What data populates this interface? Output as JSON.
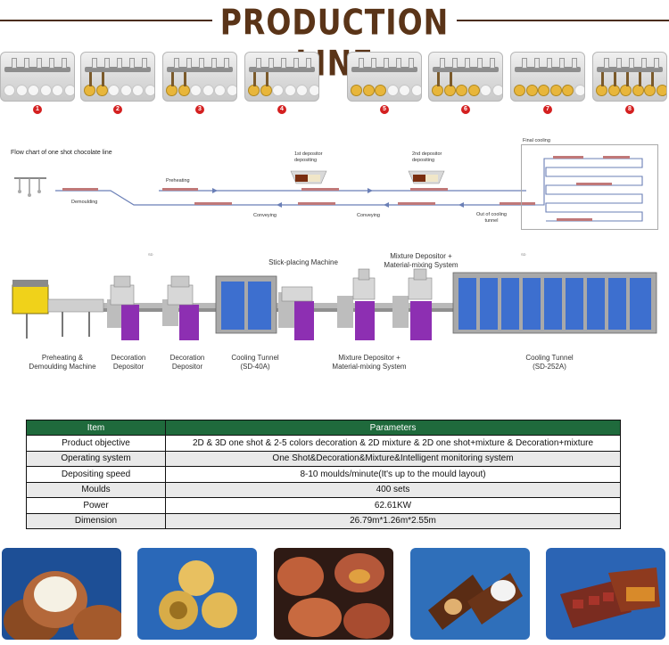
{
  "header": {
    "title": "PRODUCTION LINE"
  },
  "steps": [
    {
      "number": "1",
      "filled": 0,
      "sticks": 0
    },
    {
      "number": "2",
      "filled": 2,
      "sticks": 2
    },
    {
      "number": "3",
      "filled": 2,
      "sticks": 2
    },
    {
      "number": "4",
      "filled": 2,
      "sticks": 2
    },
    {
      "number": "5",
      "filled": 3,
      "sticks": 0
    },
    {
      "number": "6",
      "filled": 4,
      "sticks": 2
    },
    {
      "number": "7",
      "filled": 5,
      "sticks": 0
    },
    {
      "number": "8",
      "filled": 6,
      "sticks": 5
    }
  ],
  "flowchart": {
    "title": "Flow chart of one shot chocolate line",
    "labels": {
      "demoulding": "Demoulding",
      "preheating": "Preheating",
      "conveying_1": "Conveying",
      "conveying_2": "Conveying",
      "depositor_1": "1st depositor\ndepositing",
      "depositor_2": "2nd depositor\ndepositing",
      "out_of_cooling": "Out of cooling\ntunnel",
      "final_cooling": "Final cooling"
    }
  },
  "machines": {
    "stick_placing": "Stick-placing Machine",
    "mixture_top": "Mixture Depositor +\nMaterial-mixing System",
    "tiny_left": "SD",
    "tiny_right": "SD",
    "labels": [
      "Preheating &\nDemoulding Machine",
      "Decoration\nDepositor",
      "Decoration\nDepositor",
      "Cooling Tunnel\n(SD-40A)",
      "Mixture Depositor +\nMaterial-mixing System",
      "Cooling Tunnel\n(SD-252A)"
    ]
  },
  "table": {
    "headers": {
      "item": "Item",
      "parameters": "Parameters"
    },
    "rows": [
      {
        "item": "Product objective",
        "value": "2D & 3D one shot & 2-5 colors decoration & 2D mixture & 2D one shot+mixture & Decoration+mixture"
      },
      {
        "item": "Operating system",
        "value": "One Shot&Decoration&Mixture&Intelligent monitoring system"
      },
      {
        "item": "Depositing speed",
        "value": "8-10 moulds/minute(It's up to the mould layout)"
      },
      {
        "item": "Moulds",
        "value": "400 sets"
      },
      {
        "item": "Power",
        "value": "62.61KW"
      },
      {
        "item": "Dimension",
        "value": "26.79m*1.26m*2.55m"
      }
    ]
  },
  "colors": {
    "title": "#5a3418",
    "table_header": "#1f6a3c",
    "badge": "#d42020",
    "machine_blue": "#3d6fcf",
    "machine_purple": "#8d2fb2",
    "machine_yellow": "#f0d21a"
  }
}
